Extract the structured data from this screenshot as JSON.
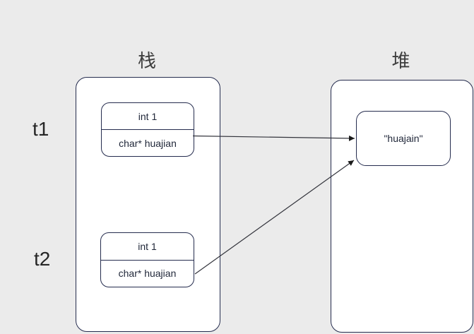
{
  "titles": {
    "stack": "栈",
    "heap": "堆"
  },
  "thread_labels": {
    "t1": "t1",
    "t2": "t2"
  },
  "stack": {
    "frames": [
      {
        "owner": "t1",
        "fields": [
          "int 1",
          "char* huajian"
        ]
      },
      {
        "owner": "t2",
        "fields": [
          "int 1",
          "char* huajian"
        ]
      }
    ]
  },
  "heap": {
    "objects": [
      {
        "text": "\"huajain\""
      }
    ]
  },
  "edges": [
    {
      "from": "t1 frame char* huajian",
      "to": "heap object \"huajain\""
    },
    {
      "from": "t2 frame char* huajian",
      "to": "heap object \"huajain\""
    }
  ],
  "colors": {
    "background": "#ebebeb",
    "shape_fill": "#ffffff",
    "shape_border": "#252c4e",
    "arrow": "#33343c",
    "title_text": "#3d3d3d"
  }
}
